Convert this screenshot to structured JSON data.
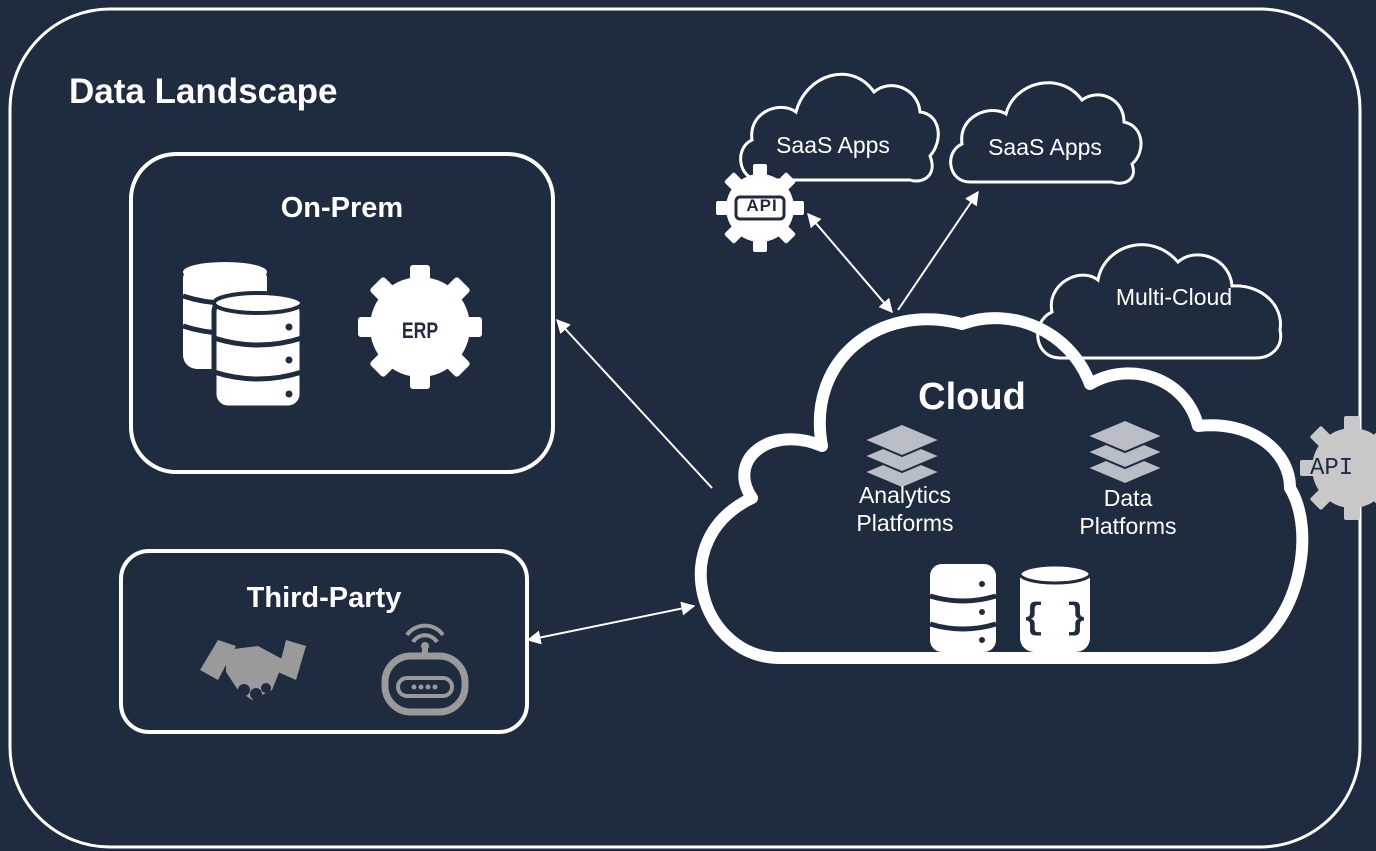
{
  "title": "Data Landscape",
  "on_prem": {
    "title": "On-Prem",
    "erp_label": "ERP"
  },
  "third_party": {
    "title": "Third-Party"
  },
  "saas_left": {
    "label": "SaaS Apps",
    "api_label": "API"
  },
  "saas_right": {
    "label": "SaaS Apps"
  },
  "multi_cloud": {
    "label": "Multi-Cloud"
  },
  "cloud": {
    "title": "Cloud",
    "analytics_line1": "Analytics",
    "analytics_line2": "Platforms",
    "data_line1": "Data",
    "data_line2": "Platforms"
  },
  "api_right": {
    "label": "API"
  },
  "icons": {
    "database": "database-stack-icon",
    "erp": "erp-gear-icon",
    "handshake": "handshake-icon",
    "device": "wireless-device-icon",
    "api": "api-gear-icon",
    "layers": "layers-icon",
    "json": "json-database-icon"
  },
  "colors": {
    "background": "#1f2b3e",
    "line": "#ffffff",
    "icon_gray": "#9a9a9a"
  }
}
